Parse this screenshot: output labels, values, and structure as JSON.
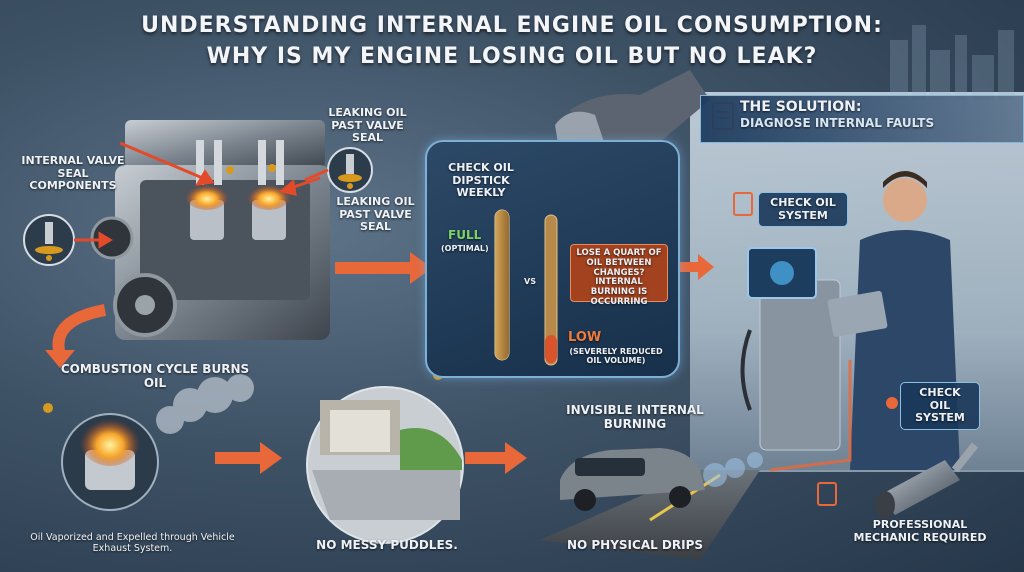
{
  "title": {
    "line1": "UNDERSTANDING INTERNAL ENGINE OIL CONSUMPTION:",
    "line2": "WHY IS MY ENGINE LOSING OIL BUT NO LEAK?"
  },
  "engine": {
    "label_internal_valve": "INTERNAL VALVE SEAL COMPONENTS",
    "label_leaking_top": "LEAKING OIL PAST VALVE SEAL",
    "label_leaking_side": "LEAKING OIL PAST VALVE SEAL",
    "label_combustion": "COMBUSTION CYCLE BURNS OIL",
    "note_vaporized": "Oil Vaporized and Expelled through Vehicle Exhaust System."
  },
  "dipstick": {
    "heading": "CHECK OIL DIPSTICK WEEKLY",
    "full_label": "FULL",
    "full_sub": "(OPTIMAL)",
    "vs": "VS",
    "low_label": "LOW",
    "low_sub": "(SEVERELY REDUCED OIL VOLUME)",
    "callout": "LOSE A QUART OF OIL BETWEEN CHANGES? INTERNAL BURNING IS OCCURRING"
  },
  "bottom": {
    "no_puddles": "NO MESSY PUDDLES.",
    "invisible": "INVISIBLE INTERNAL BURNING",
    "no_drips": "NO PHYSICAL DRIPS"
  },
  "solution": {
    "heading": "THE SOLUTION:",
    "subheading": "DIAGNOSE INTERNAL FAULTS",
    "chip1": "CHECK OIL SYSTEM",
    "chip2": "CHECK OIL SYSTEM",
    "professional": "PROFESSIONAL MECHANIC REQUIRED"
  },
  "colors": {
    "arrow": "#e8683a",
    "oil": "#d89a1e",
    "fire": "#f39a2a",
    "full_green": "#7dd36a",
    "low_orange": "#f07c3c",
    "panel_border": "#7eb0d6"
  }
}
